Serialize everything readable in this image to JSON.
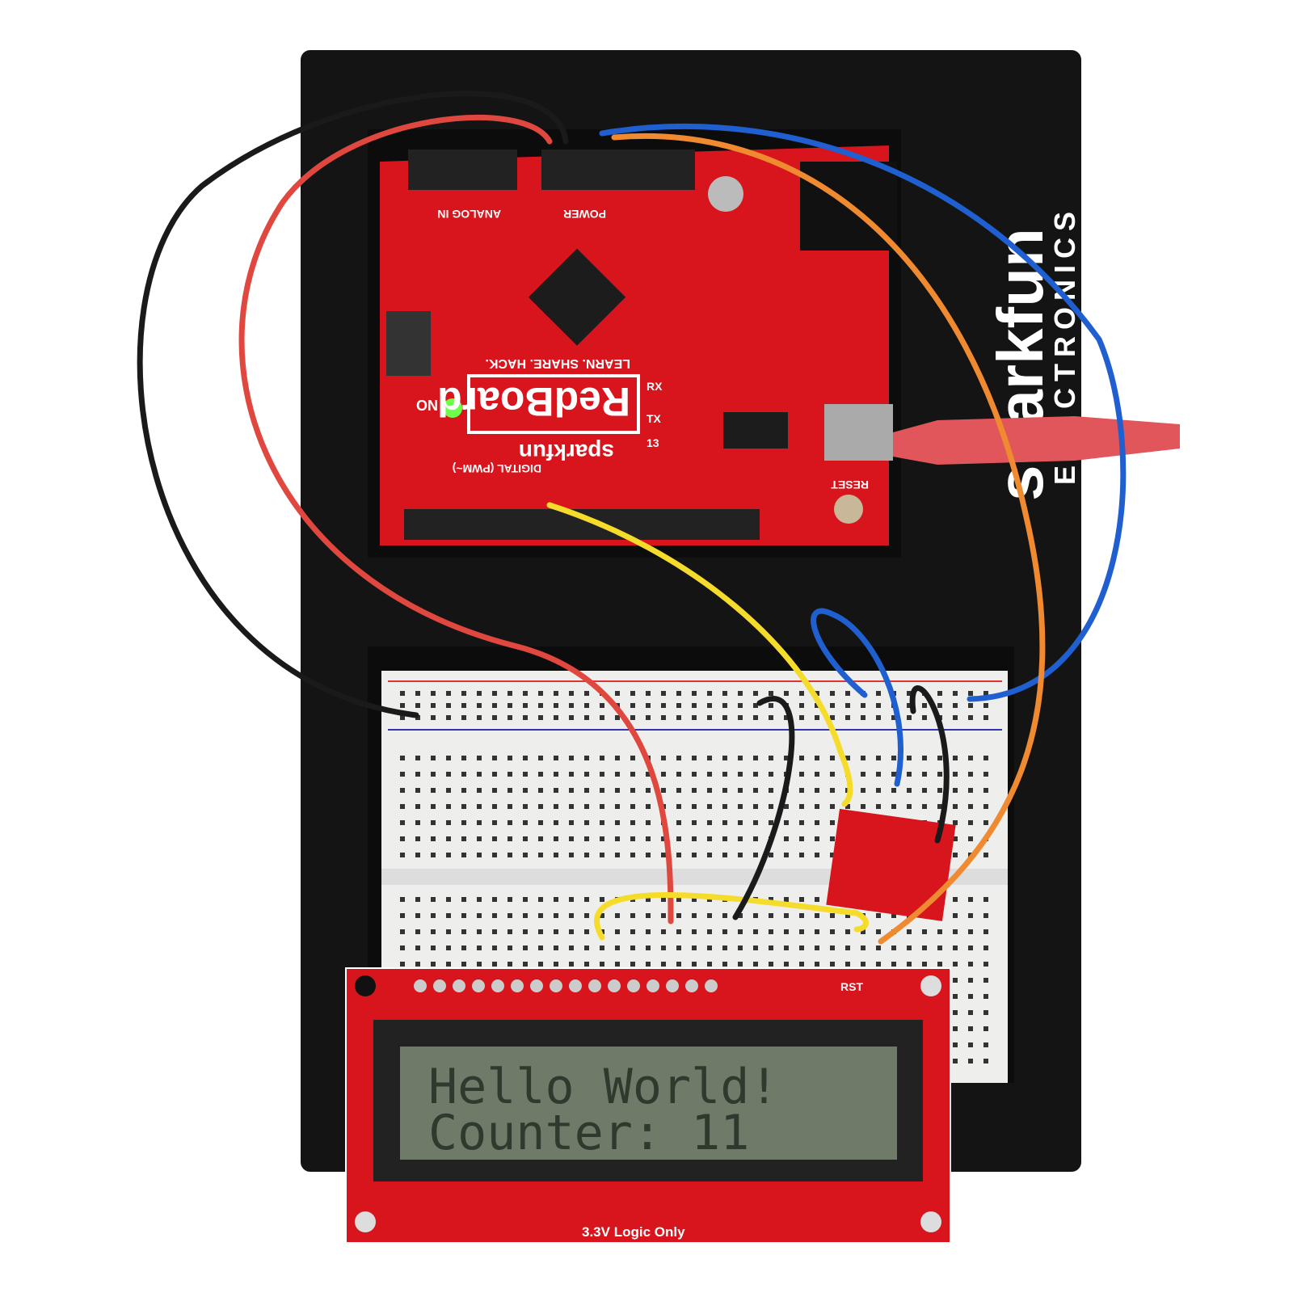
{
  "lcd": {
    "line1": "Hello World!",
    "line2": "Counter: 11",
    "footer": "3.3V Logic Only",
    "reset_label": "RST"
  },
  "redboard": {
    "name": "RedBoard",
    "brand": "sparkfun",
    "tagline": "LEARN. SHARE. HACK.",
    "analog_label": "ANALOG IN",
    "power_label": "POWER",
    "digital_label": "DIGITAL (PWM~)",
    "on_label": "ON",
    "rx_label": "RX",
    "tx_label": "TX",
    "pin13_label": "13",
    "reset_label": "RESET"
  },
  "base_plate": {
    "brand": "sparkfun",
    "sub": "ELECTRONICS"
  },
  "colors": {
    "board_red": "#d8141c",
    "plate_black": "#141414",
    "lcd_screen": "#6f7a69",
    "wire_red": "#e0473f",
    "wire_black": "#1a1a1a",
    "wire_blue": "#1f5fd0",
    "wire_orange": "#f08a30",
    "wire_yellow": "#f5dc2a",
    "led_green": "#6bff4a"
  }
}
